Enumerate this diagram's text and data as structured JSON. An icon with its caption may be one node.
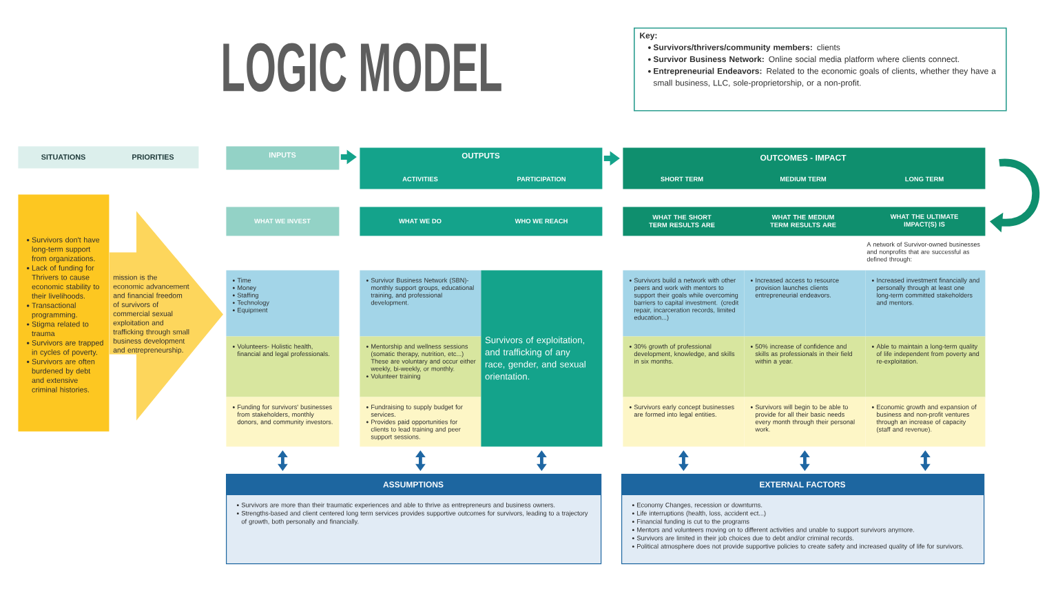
{
  "diagram": {
    "title": "LOGIC MODEL",
    "nodes": [
      {
        "text": [
          "SITUATIONS",
          "PRIORITIES"
        ]
      },
      {
        "text": [
          "INPUTS"
        ]
      },
      {
        "text": [
          "OUTPUTS",
          "ACTIVITIES",
          "PARTICIPATION"
        ]
      },
      {
        "text": [
          "OUTCOMES - IMPACT",
          "SHORT TERM",
          "MEDIUM TERM",
          "LONG TERM"
        ]
      },
      {
        "text": [
          "WHAT WE INVEST"
        ]
      },
      {
        "text": [
          "WHAT WE DO",
          "WHO WE REACH"
        ]
      },
      {
        "text": [
          "WHAT THE SHORT TERM RESULTS ARE",
          "WHAT THE MEDIUM TERM RESULTS ARE",
          "WHAT THE ULTIMATE IMPACT(S) IS"
        ]
      },
      {
        "text": [
          "Survivors don't have long-term support from organizations.",
          "Lack of funding for Thrivers to cause economic stability to their livelihoods.",
          "Transactional programming.",
          "Stigma related to trauma",
          "Survivors are trapped in cycles of poverty.",
          "Survivors are often burdened by debt and extensive criminal histories."
        ]
      },
      {
        "text": [
          "Time",
          "Money",
          "Staffing",
          "Technology",
          "Equipment"
        ]
      },
      {
        "text": [
          "Volunteers- Holistic health, financial and legal professionals."
        ]
      },
      {
        "text": [
          "Funding for survivors' businesses from stakeholders, monthly donors, and community investors."
        ]
      },
      {
        "text": [
          "Survivor Business Network (SBN)- monthly support groups, educational training, and professional development."
        ]
      },
      {
        "text": [
          "Mentorship and wellness sessions (somatic therapy, nutrition, etc...) These are voluntary and occur either weekly, bi-weekly, or monthly.",
          "Volunteer training"
        ]
      },
      {
        "text": [
          "Fundraising to supply budget for services.",
          "Provides paid opportunities for clients to lead training and peer support sessions."
        ]
      },
      {
        "text": [
          "Survivors of exploitation, and trafficking of any race, gender, and sexual orientation."
        ]
      },
      {
        "text": [
          "Survivors build a network with other peers and work with mentors to support their goals while overcoming barriers to capital investment. (credit repair, incarceration records, limited education...)"
        ]
      },
      {
        "text": [
          "30% growth of professional development, knowledge, and skills in six months."
        ]
      },
      {
        "text": [
          "Survivors early concept businesses are formed into legal entities."
        ]
      },
      {
        "text": [
          "Increased access to resource provision launches clients entrepreneurial endeavors."
        ]
      },
      {
        "text": [
          "50% increase of confidence and skills as professionals in their field within a year."
        ]
      },
      {
        "text": [
          "Survivors will begin to be able to provide for all their basic needs every month through their personal work."
        ]
      },
      {
        "text": [
          "Increased investment financially and personally through at least one long-term committed stakeholders and mentors."
        ]
      },
      {
        "text": [
          "Able to maintain a long-term quality of life independent from poverty and re-exploitation."
        ]
      },
      {
        "text": [
          "Economic growth and expansion of business and non-profit ventures through an increase of capacity (staff and revenue)."
        ]
      },
      {
        "text": [
          "ASSUMPTIONS",
          "Survivors are more than their traumatic experiences and able to thrive as entrepreneurs and business owners.",
          "Strengths-based and client centered long term services provides supportive outcomes for survivors, leading to a trajectory of growth, both personally and financially."
        ]
      },
      {
        "text": [
          "EXTERNAL FACTORS",
          "Economy Changes, recession or downturns.",
          "Life interruptions (health, loss, accident ect...)",
          "Financial funding is cut to the programs",
          "Mentors and volunteers moving on to different activities and unable to support survivors anymore.",
          "Survivors are limited in their job choices due to debt and/or criminal records.",
          "Political atmosphere does not provide supportive policies to create safety and increased quality of life for survivors."
        ]
      },
      {
        "text": [
          "Key:",
          "**Survivors/thrivers/community members:** clients",
          "**Survivor Business Network:** Online social media platform where clients connect.",
          "**Entrepreneurial Endeavors:** Related to the economic goals of clients, whether they have a small business, LLC, sole-proprietorship, or a non-profit."
        ]
      }
    ],
    "edges": [
      {
        "from": 1,
        "to": 2,
        "arrow": "to",
        "color": "#14a38b"
      },
      {
        "from": 2,
        "to": 3,
        "arrow": "to",
        "color": "#14a38b"
      },
      {
        "from": 3,
        "to": 6,
        "arrow": "to",
        "style": "thick",
        "color": "#0f8f6e"
      },
      {
        "from": 7,
        "to": 8,
        "arrow": "to",
        "style": "thick",
        "color": "#fdd65c",
        "label": "mission is the economic advancement and financial freedom of survivors of commercial sexual exploitation and trafficking through small business development and entrepreneurship."
      },
      {
        "from": 10,
        "to": 24,
        "arrow": "both"
      },
      {
        "from": 13,
        "to": 24,
        "arrow": "both"
      },
      {
        "from": 14,
        "to": 24,
        "arrow": "both"
      },
      {
        "from": 17,
        "to": 25,
        "arrow": "both"
      },
      {
        "from": 20,
        "to": 25,
        "arrow": "both"
      },
      {
        "from": 23,
        "to": 25,
        "arrow": "both"
      }
    ],
    "labels": [
      "A network of Survivor-owned businesses and nonprofits that are successful as defined through:"
    ]
  }
}
